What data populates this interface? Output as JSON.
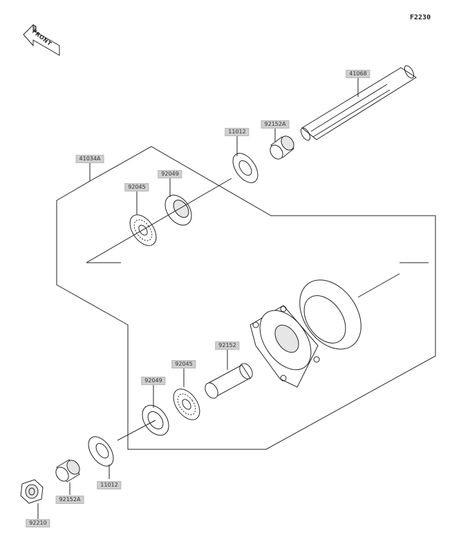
{
  "figure_code": "F2230",
  "front_arrow": {
    "label": "FRONT",
    "icon": "front-direction-arrow-icon"
  },
  "labels": {
    "p41068": "41068",
    "p92152a_top": "92152A",
    "p11012_top": "11012",
    "p41034a": "41034A",
    "p92049_top": "92049",
    "p92045_top": "92045",
    "p92152": "92152",
    "p92045_bottom": "92045",
    "p92049_bottom": "92049",
    "p11012_bottom": "11012",
    "p92152a_bottom": "92152A",
    "p92210": "92210"
  },
  "colors": {
    "line": "#222222",
    "label_bg": "#cfcfcf",
    "part_shade": "#e6e6e6"
  }
}
